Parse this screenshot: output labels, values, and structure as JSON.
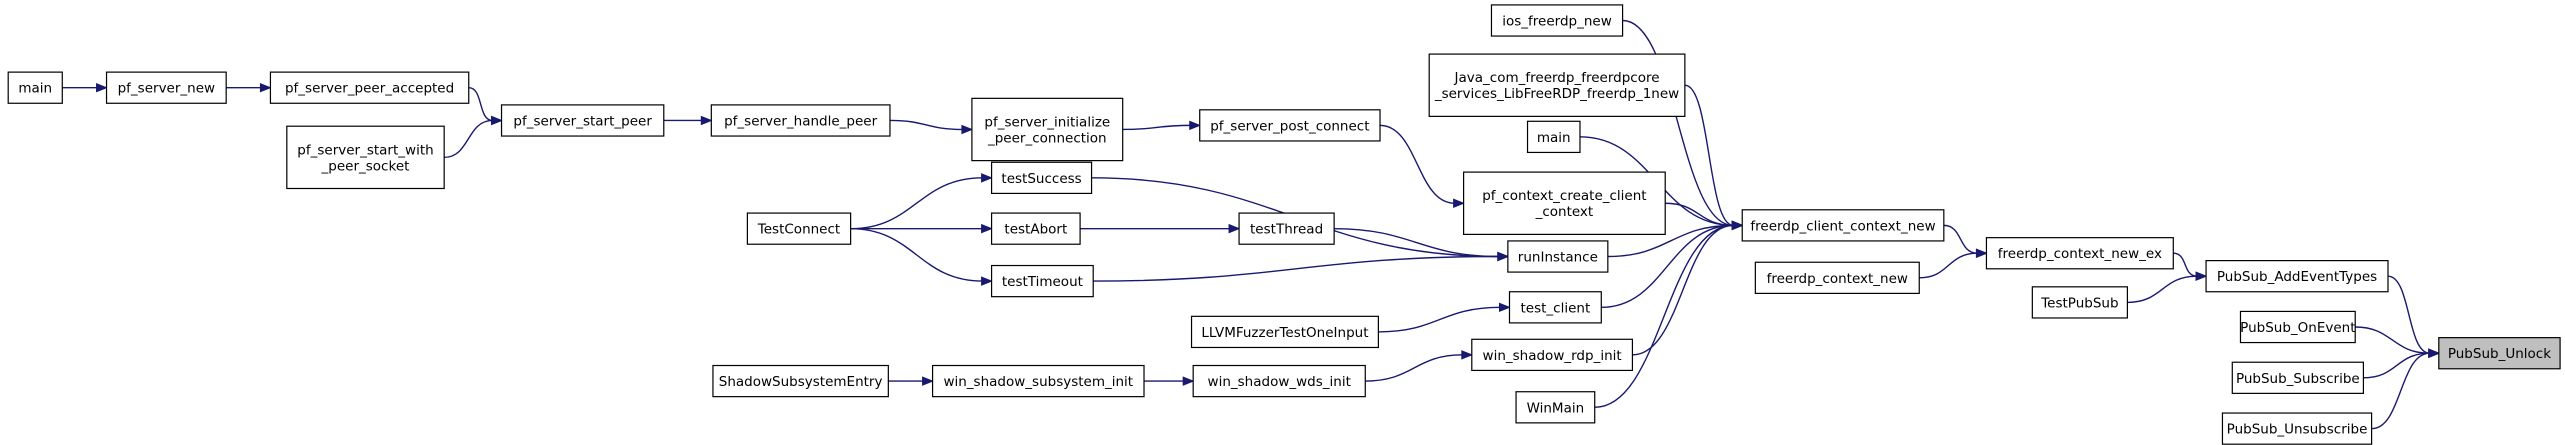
{
  "colors": {
    "edge": "#191970",
    "focus_fill": "#bfbfbf",
    "node_fill": "#ffffff",
    "node_stroke": "#000000"
  },
  "diagram": {
    "nodes": [
      {
        "id": "main1",
        "lines": [
          "main"
        ]
      },
      {
        "id": "pf_server_new",
        "lines": [
          "pf_server_new"
        ]
      },
      {
        "id": "pf_server_peer_accepted",
        "lines": [
          "pf_server_peer_accepted"
        ]
      },
      {
        "id": "pf_server_start_with_peer_socket",
        "lines": [
          "pf_server_start_with",
          "_peer_socket"
        ]
      },
      {
        "id": "pf_server_start_peer",
        "lines": [
          "pf_server_start_peer"
        ]
      },
      {
        "id": "pf_server_handle_peer",
        "lines": [
          "pf_server_handle_peer"
        ]
      },
      {
        "id": "pf_server_initialize_peer_connection",
        "lines": [
          "pf_server_initialize",
          "_peer_connection"
        ]
      },
      {
        "id": "pf_server_post_connect",
        "lines": [
          "pf_server_post_connect"
        ]
      },
      {
        "id": "pf_context_create_client_context",
        "lines": [
          "pf_context_create_client",
          "_context"
        ]
      },
      {
        "id": "ios_freerdp_new",
        "lines": [
          "ios_freerdp_new"
        ]
      },
      {
        "id": "java_com",
        "lines": [
          "Java_com_freerdp_freerdpcore",
          "_services_LibFreeRDP_freerdp_1new"
        ]
      },
      {
        "id": "main2",
        "lines": [
          "main"
        ]
      },
      {
        "id": "TestConnect",
        "lines": [
          "TestConnect"
        ]
      },
      {
        "id": "testSuccess",
        "lines": [
          "testSuccess"
        ]
      },
      {
        "id": "testAbort",
        "lines": [
          "testAbort"
        ]
      },
      {
        "id": "testThread",
        "lines": [
          "testThread"
        ]
      },
      {
        "id": "testTimeout",
        "lines": [
          "testTimeout"
        ]
      },
      {
        "id": "runInstance",
        "lines": [
          "runInstance"
        ]
      },
      {
        "id": "LLVMFuzzerTestOneInput",
        "lines": [
          "LLVMFuzzerTestOneInput"
        ]
      },
      {
        "id": "test_client",
        "lines": [
          "test_client"
        ]
      },
      {
        "id": "ShadowSubsystemEntry",
        "lines": [
          "ShadowSubsystemEntry"
        ]
      },
      {
        "id": "win_shadow_subsystem_init",
        "lines": [
          "win_shadow_subsystem_init"
        ]
      },
      {
        "id": "win_shadow_wds_init",
        "lines": [
          "win_shadow_wds_init"
        ]
      },
      {
        "id": "win_shadow_rdp_init",
        "lines": [
          "win_shadow_rdp_init"
        ]
      },
      {
        "id": "WinMain",
        "lines": [
          "WinMain"
        ]
      },
      {
        "id": "freerdp_client_context_new",
        "lines": [
          "freerdp_client_context_new"
        ]
      },
      {
        "id": "freerdp_context_new",
        "lines": [
          "freerdp_context_new"
        ]
      },
      {
        "id": "freerdp_context_new_ex",
        "lines": [
          "freerdp_context_new_ex"
        ]
      },
      {
        "id": "TestPubSub",
        "lines": [
          "TestPubSub"
        ]
      },
      {
        "id": "PubSub_AddEventTypes",
        "lines": [
          "PubSub_AddEventTypes"
        ]
      },
      {
        "id": "PubSub_OnEvent",
        "lines": [
          "PubSub_OnEvent"
        ]
      },
      {
        "id": "PubSub_Subscribe",
        "lines": [
          "PubSub_Subscribe"
        ]
      },
      {
        "id": "PubSub_Unsubscribe",
        "lines": [
          "PubSub_Unsubscribe"
        ]
      },
      {
        "id": "PubSub_Unlock",
        "lines": [
          "PubSub_Unlock"
        ],
        "focus": true
      }
    ],
    "edges": [
      [
        "main1",
        "pf_server_new"
      ],
      [
        "pf_server_new",
        "pf_server_peer_accepted"
      ],
      [
        "pf_server_peer_accepted",
        "pf_server_start_peer"
      ],
      [
        "pf_server_start_with_peer_socket",
        "pf_server_start_peer"
      ],
      [
        "pf_server_start_peer",
        "pf_server_handle_peer"
      ],
      [
        "pf_server_handle_peer",
        "pf_server_initialize_peer_connection"
      ],
      [
        "pf_server_initialize_peer_connection",
        "pf_server_post_connect"
      ],
      [
        "pf_server_post_connect",
        "pf_context_create_client_context"
      ],
      [
        "pf_context_create_client_context",
        "freerdp_client_context_new"
      ],
      [
        "ios_freerdp_new",
        "freerdp_client_context_new"
      ],
      [
        "java_com",
        "freerdp_client_context_new"
      ],
      [
        "main2",
        "freerdp_client_context_new"
      ],
      [
        "TestConnect",
        "testSuccess"
      ],
      [
        "TestConnect",
        "testAbort"
      ],
      [
        "TestConnect",
        "testTimeout"
      ],
      [
        "testAbort",
        "testThread"
      ],
      [
        "testSuccess",
        "runInstance"
      ],
      [
        "testThread",
        "runInstance"
      ],
      [
        "testTimeout",
        "runInstance"
      ],
      [
        "runInstance",
        "freerdp_client_context_new"
      ],
      [
        "LLVMFuzzerTestOneInput",
        "test_client"
      ],
      [
        "test_client",
        "freerdp_client_context_new"
      ],
      [
        "ShadowSubsystemEntry",
        "win_shadow_subsystem_init"
      ],
      [
        "win_shadow_subsystem_init",
        "win_shadow_wds_init"
      ],
      [
        "win_shadow_wds_init",
        "win_shadow_rdp_init"
      ],
      [
        "win_shadow_rdp_init",
        "freerdp_client_context_new"
      ],
      [
        "WinMain",
        "freerdp_client_context_new"
      ],
      [
        "freerdp_client_context_new",
        "freerdp_context_new_ex"
      ],
      [
        "freerdp_context_new",
        "freerdp_context_new_ex"
      ],
      [
        "freerdp_context_new_ex",
        "PubSub_AddEventTypes"
      ],
      [
        "TestPubSub",
        "PubSub_AddEventTypes"
      ],
      [
        "PubSub_AddEventTypes",
        "PubSub_Unlock"
      ],
      [
        "PubSub_OnEvent",
        "PubSub_Unlock"
      ],
      [
        "PubSub_Subscribe",
        "PubSub_Unlock"
      ],
      [
        "PubSub_Unsubscribe",
        "PubSub_Unlock"
      ]
    ]
  }
}
